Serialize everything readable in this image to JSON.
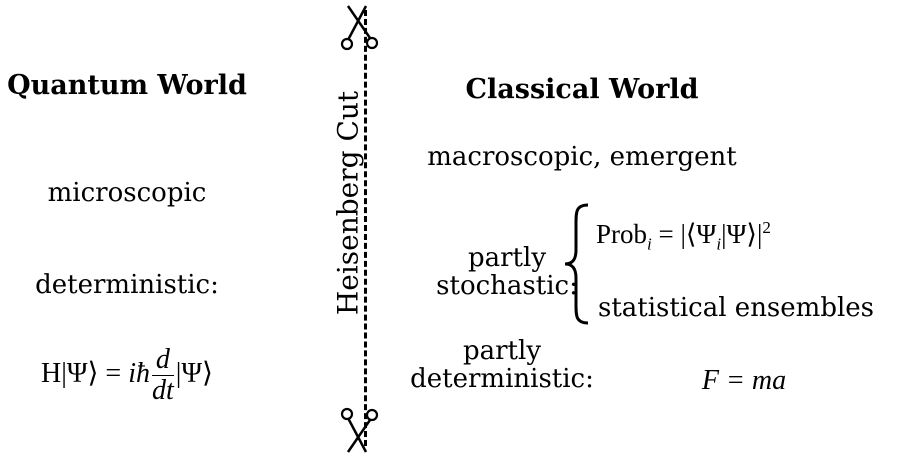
{
  "quantum": {
    "title": "Quantum World",
    "scale": "microscopic",
    "nature": "deterministic:",
    "eq_lhs": "H|Ψ⟩ = ",
    "eq_i": "iħ",
    "eq_num": "d",
    "eq_den": "dt",
    "eq_rhs": "|Ψ⟩"
  },
  "cut": {
    "label": "Heisenberg Cut",
    "icon_top": "scissors-icon",
    "icon_bottom": "scissors-icon"
  },
  "classical": {
    "title": "Classical World",
    "scale": "macroscopic, emergent",
    "stochastic_line1": "partly",
    "stochastic_line2": "stochastic:",
    "prob_label": "Prob",
    "prob_sub": "i",
    "prob_eq": " = ",
    "prob_expr": "|⟨Ψ",
    "prob_expr_sub": "i",
    "prob_expr_end": "|Ψ⟩|",
    "prob_exp": "2",
    "ensembles": "statistical ensembles",
    "deterministic_line1": "partly",
    "deterministic_line2": "deterministic:",
    "newton": "F = ma"
  }
}
